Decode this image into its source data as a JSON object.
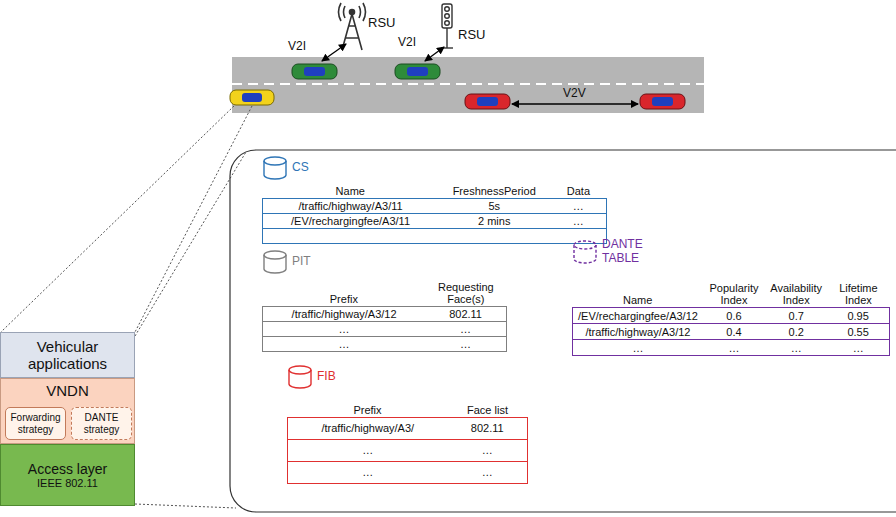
{
  "diagram": {
    "nodes": [
      {
        "text": [
          "Vehicular applications"
        ]
      },
      {
        "text": [
          "VNDN"
        ]
      },
      {
        "text": [
          "Forwarding strategy"
        ],
        "in": 1
      },
      {
        "text": [
          "DANTE strategy"
        ],
        "in": 1
      },
      {
        "text": [
          "Access layer",
          "IEEE 802.11"
        ]
      },
      {
        "text": [
          "CS"
        ]
      },
      {
        "text": [
          "PIT"
        ]
      },
      {
        "text": [
          "DANTE TABLE"
        ]
      },
      {
        "text": [
          "FIB"
        ]
      }
    ],
    "labels": [
      "RSU",
      "RSU",
      "V2I",
      "V2I",
      "V2V",
      "Name",
      "FreshnessPeriod",
      "Data",
      "/traffic/highway/A3/11",
      "5s",
      "…",
      "/EV/rechargingfee/A3/11",
      "2 mins",
      "…",
      "Prefix",
      "Requesting Face(s)",
      "/traffic/highway/A3/12",
      "802.11",
      "…",
      "…",
      "…",
      "…",
      "Name",
      "Popularity Index",
      "Availability Index",
      "Lifetime Index",
      "/EV/rechargingfee/A3/12",
      "0.6",
      "0.7",
      "0.95",
      "/traffic/highway/A3/12",
      "0.4",
      "0.2",
      "0.55",
      "…",
      "…",
      "…",
      "…",
      "Prefix",
      "Face list",
      "/traffic/highway/A3/",
      "802.11",
      "…",
      "…",
      "…",
      "…"
    ]
  }
}
